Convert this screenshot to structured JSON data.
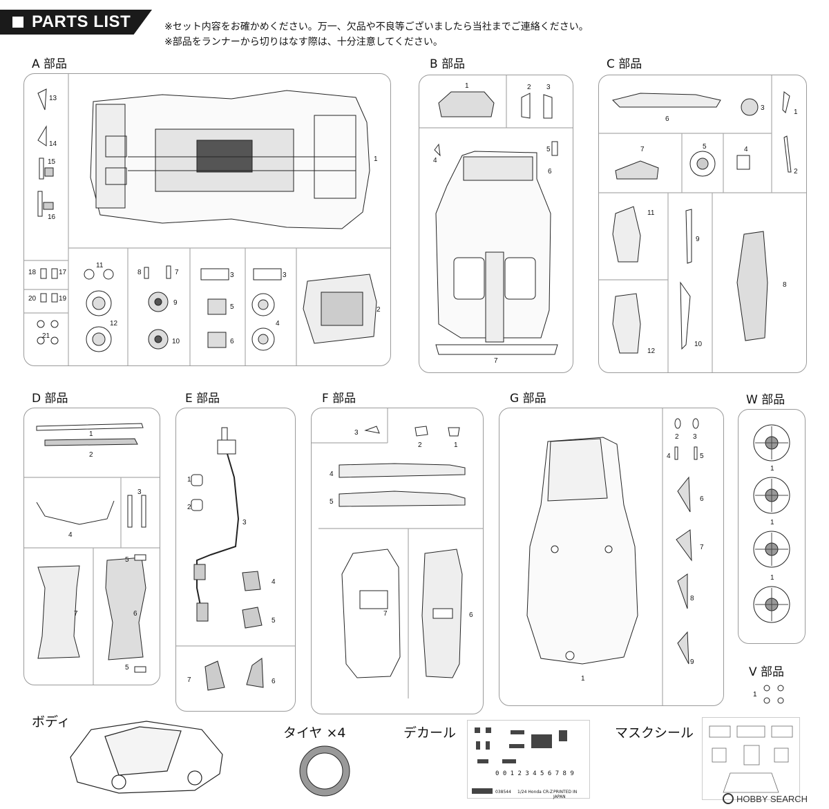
{
  "header": {
    "title": "PARTS LIST",
    "notes": [
      "※セット内容をお確かめください。万一、欠品や不良等ございましたら当社までご連絡ください。",
      "※部品をランナーから切りはなす際は、十分注意してください。"
    ]
  },
  "sections": {
    "A": {
      "label": "A 部品",
      "parts": [
        "1",
        "2",
        "3",
        "4",
        "5",
        "6",
        "7",
        "8",
        "9",
        "10",
        "11",
        "12",
        "13",
        "14",
        "15",
        "16",
        "17",
        "18",
        "19",
        "20",
        "21"
      ]
    },
    "B": {
      "label": "B 部品",
      "parts": [
        "1",
        "2",
        "3",
        "4",
        "5",
        "6",
        "7"
      ]
    },
    "C": {
      "label": "C 部品",
      "parts": [
        "1",
        "2",
        "3",
        "4",
        "5",
        "6",
        "7",
        "8",
        "9",
        "10",
        "11",
        "12"
      ]
    },
    "D": {
      "label": "D 部品",
      "parts": [
        "1",
        "2",
        "3",
        "4",
        "5",
        "6",
        "7"
      ]
    },
    "E": {
      "label": "E 部品",
      "parts": [
        "1",
        "2",
        "3",
        "4",
        "5",
        "6",
        "7"
      ]
    },
    "F": {
      "label": "F 部品",
      "parts": [
        "1",
        "2",
        "3",
        "4",
        "5",
        "6",
        "7"
      ]
    },
    "G": {
      "label": "G 部品",
      "parts": [
        "1",
        "2",
        "3",
        "4",
        "5",
        "6",
        "7",
        "8",
        "9"
      ]
    },
    "W": {
      "label": "W 部品",
      "parts": [
        "1",
        "1",
        "1",
        "1"
      ]
    },
    "V": {
      "label": "V 部品",
      "parts": [
        "1"
      ]
    }
  },
  "bottom": {
    "body": "ボディ",
    "tires": "タイヤ ×4",
    "decal": "デカール",
    "mask": "マスクシール"
  },
  "decal_sheet": {
    "code": "038544",
    "model": "1/24 Honda CR-Z",
    "printed": "PRINTED IN JAPAN",
    "digits": "0 0 1 2 3 4 5 6 7 8 9"
  },
  "watermark": "HOBBY SEARCH"
}
